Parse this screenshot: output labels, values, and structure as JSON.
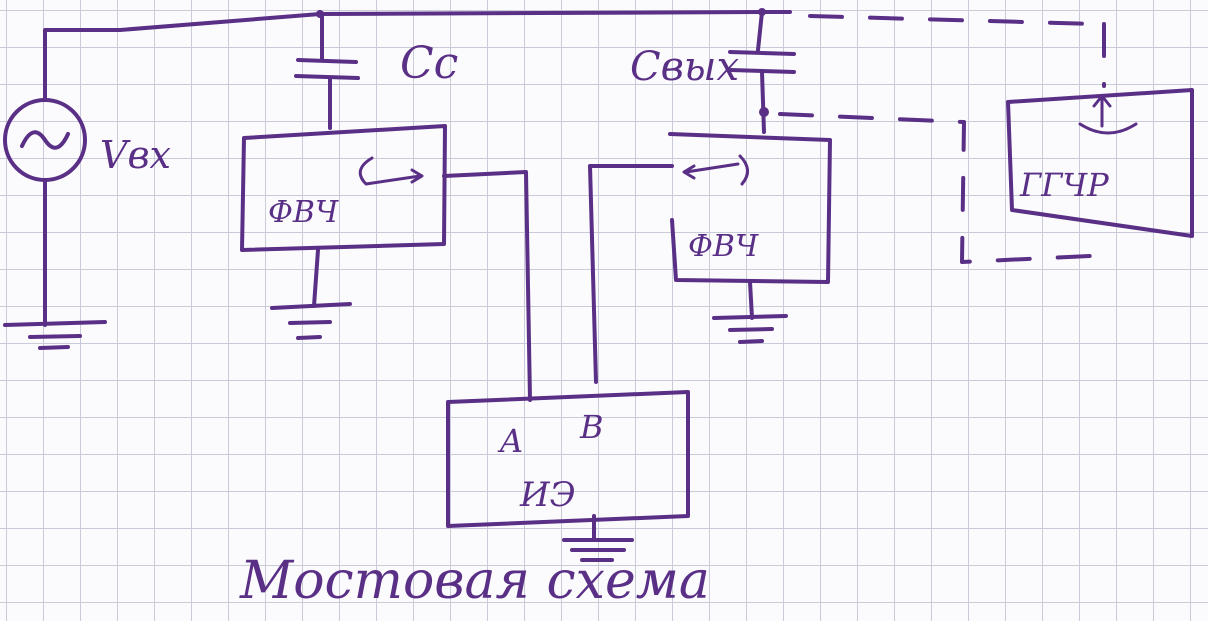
{
  "labels": {
    "source": "Vвх",
    "cap_c": "Cc",
    "cap_out": "Cвых",
    "block_left": "ФВЧ",
    "block_right": "ФВЧ",
    "block_ie": "ИЭ",
    "port_a": "A",
    "port_b": "B",
    "generator": "ГГЧР",
    "caption": "Мостовая схема"
  },
  "colors": {
    "ink": "#5a2f86",
    "grid": "#c9cbd8",
    "paper": "#fbfbfd"
  }
}
